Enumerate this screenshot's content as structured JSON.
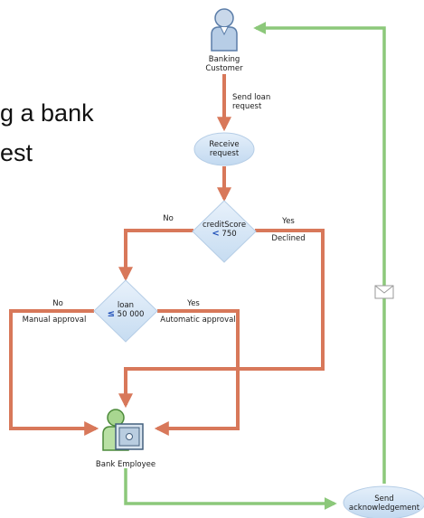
{
  "slide": {
    "title_line1": "g a bank",
    "title_line2": "est"
  },
  "nodes": {
    "customer": {
      "line1": "Banking",
      "line2": "Customer"
    },
    "receive": {
      "line1": "Receive",
      "line2": "request"
    },
    "decision_credit": {
      "line1": "creditScore",
      "op": "<",
      "value": "750"
    },
    "decision_loan": {
      "line1": "loan",
      "op": "≤",
      "value": "50 000"
    },
    "employee": {
      "label": "Bank Employee"
    },
    "send_ack": {
      "line1": "Send",
      "line2": "acknowledgement"
    }
  },
  "edges": {
    "send_loan_line1": "Send loan",
    "send_loan_line2": "request",
    "credit_no": "No",
    "credit_yes": "Yes",
    "credit_declined": "Declined",
    "loan_no": "No",
    "loan_manual": "Manual approval",
    "loan_yes": "Yes",
    "loan_auto": "Automatic approval"
  },
  "colors": {
    "flow_orange": "#d8785a",
    "flow_green": "#8cc87a",
    "node_fill": "#cfe3f5",
    "accent_blue": "#1f4fb8"
  },
  "icons": {
    "customer": "person-icon",
    "employee": "employee-safe-icon",
    "message": "envelope-icon"
  }
}
